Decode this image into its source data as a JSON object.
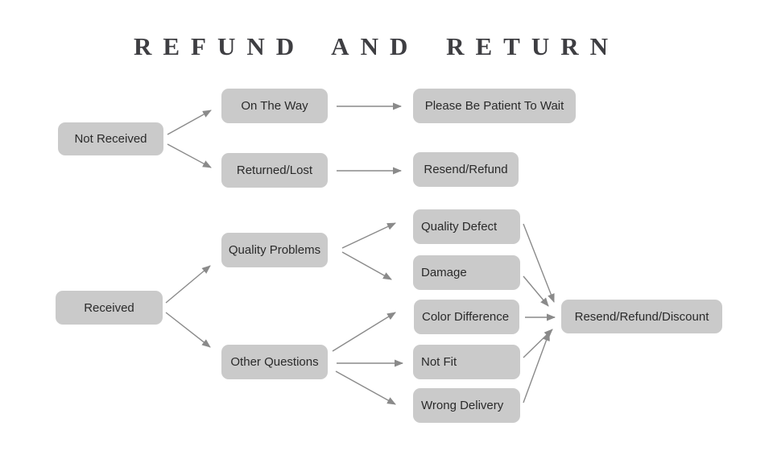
{
  "title": "REFUND AND RETURN",
  "colors": {
    "background": "#ffffff",
    "box_fill": "#cacaca",
    "box_text": "#2a2a2a",
    "arrow": "#8a8a8a",
    "title_text": "#3e3e42"
  },
  "nodes": {
    "not_received": {
      "label": "Not Received"
    },
    "on_the_way": {
      "label": "On The Way"
    },
    "returned_lost": {
      "label": "Returned/Lost"
    },
    "please_wait": {
      "label": "Please Be Patient To Wait"
    },
    "resend_refund": {
      "label": "Resend/Refund"
    },
    "received": {
      "label": "Received"
    },
    "quality_problems": {
      "label": "Quality Problems"
    },
    "other_questions": {
      "label": "Other Questions"
    },
    "quality_defect": {
      "label": "Quality Defect"
    },
    "damage": {
      "label": "Damage"
    },
    "color_difference": {
      "label": "Color Difference"
    },
    "not_fit": {
      "label": "Not Fit"
    },
    "wrong_delivery": {
      "label": "Wrong Delivery"
    },
    "resend_refund_discount": {
      "label": "Resend/Refund/Discount"
    }
  },
  "edges": [
    {
      "from": "not_received",
      "to": "on_the_way"
    },
    {
      "from": "not_received",
      "to": "returned_lost"
    },
    {
      "from": "on_the_way",
      "to": "please_wait"
    },
    {
      "from": "returned_lost",
      "to": "resend_refund"
    },
    {
      "from": "received",
      "to": "quality_problems"
    },
    {
      "from": "received",
      "to": "other_questions"
    },
    {
      "from": "quality_problems",
      "to": "quality_defect"
    },
    {
      "from": "quality_problems",
      "to": "damage"
    },
    {
      "from": "other_questions",
      "to": "color_difference"
    },
    {
      "from": "other_questions",
      "to": "not_fit"
    },
    {
      "from": "other_questions",
      "to": "wrong_delivery"
    },
    {
      "from": "quality_defect",
      "to": "resend_refund_discount"
    },
    {
      "from": "damage",
      "to": "resend_refund_discount"
    },
    {
      "from": "color_difference",
      "to": "resend_refund_discount"
    },
    {
      "from": "not_fit",
      "to": "resend_refund_discount"
    },
    {
      "from": "wrong_delivery",
      "to": "resend_refund_discount"
    }
  ]
}
